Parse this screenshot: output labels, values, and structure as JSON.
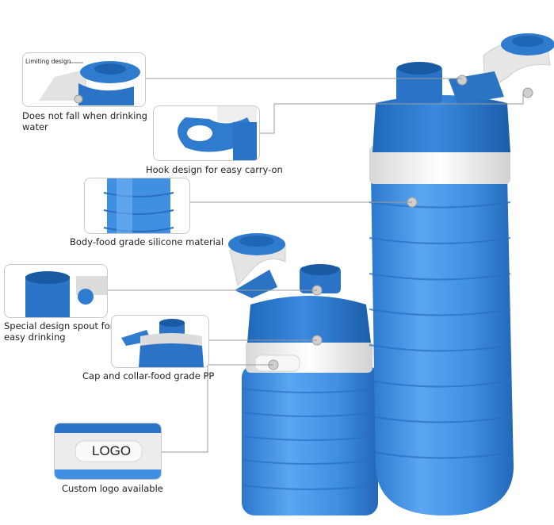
{
  "colors": {
    "bottle_blue": "#3f8fe3",
    "bottle_dark": "#1f6bbf",
    "cap_blue": "#2f7ccf",
    "collar_white": "#f1f1f1",
    "leader_line": "#9a9a9a"
  },
  "callouts": {
    "limiting": {
      "tiny_label": "Limiting design",
      "caption": "Does not fall when drinking water"
    },
    "hook": {
      "caption": "Hook design for easy carry-on"
    },
    "silicone": {
      "caption": "Body-food grade silicone material"
    },
    "spout": {
      "caption": "Special design spout for easy drinking"
    },
    "cap_collar": {
      "caption": "Cap and collar-food grade PP"
    },
    "logo": {
      "logo_text": "LOGO",
      "caption": "Custom logo available"
    }
  }
}
